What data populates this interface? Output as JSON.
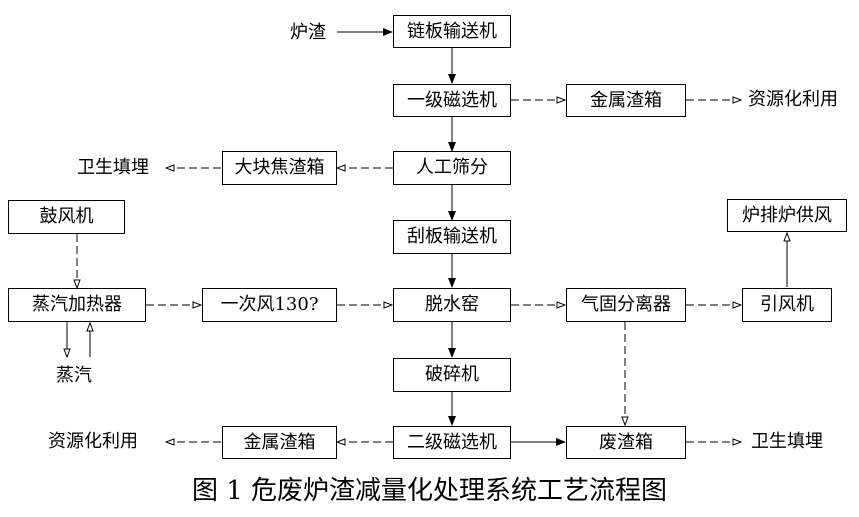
{
  "nodes": {
    "slag_input": "炉渣",
    "chain_conveyor": "链板输送机",
    "primary_magnetic_separator": "一级磁选机",
    "metal_slag_box_top": "金属渣箱",
    "resource_utilization_top": "资源化利用",
    "manual_screening": "人工筛分",
    "large_coke_slag_box": "大块焦渣箱",
    "sanitary_landfill_left": "卫生填埋",
    "scraper_conveyor": "刮板输送机",
    "blower": "鼓风机",
    "grate_air_supply": "炉排炉供风",
    "steam_heater": "蒸汽加热器",
    "primary_air": "一次风130?",
    "dewatering_kiln": "脱水窑",
    "gas_solid_separator": "气固分离器",
    "induced_draft_fan": "引风机",
    "steam": "蒸汽",
    "crusher": "破碎机",
    "secondary_magnetic_separator": "二级磁选机",
    "waste_slag_box": "废渣箱",
    "sanitary_landfill_right": "卫生填埋",
    "metal_slag_box_bottom": "金属渣箱",
    "resource_utilization_bottom": "资源化利用"
  },
  "caption": "图 1 危废炉渣减量化处理系统工艺流程图"
}
